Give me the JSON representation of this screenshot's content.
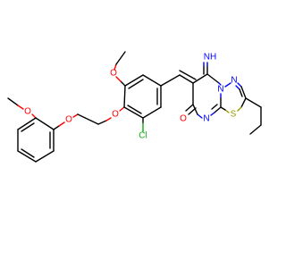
{
  "atoms": {
    "methoxy_o": "O",
    "ether_o1": "O",
    "ether_o2": "O",
    "ethoxy_o": "O",
    "chlorine": "Cl",
    "imine": "NH",
    "ring_n1": "N",
    "ring_n2": "N",
    "ring_n3": "N",
    "sulfur": "S",
    "carbonyl_o": "O"
  },
  "colors": {
    "carbon_bond": "#000000",
    "nitrogen": "#0000ff",
    "oxygen": "#ff0000",
    "sulfur": "#999900",
    "chlorine": "#11aa11"
  }
}
